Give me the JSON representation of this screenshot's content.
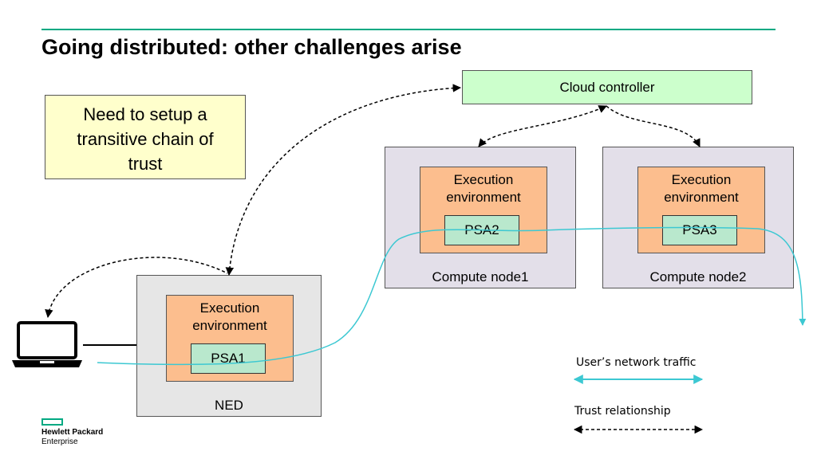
{
  "title": "Going distributed: other challenges arise",
  "note": {
    "line1": "Need to setup a",
    "line2": "transitive chain of",
    "line3": "trust"
  },
  "controller": {
    "label": "Cloud controller"
  },
  "nodes": [
    {
      "label": "Compute node1",
      "exec_line1": "Execution",
      "exec_line2": "environment",
      "psa": "PSA2"
    },
    {
      "label": "Compute node2",
      "exec_line1": "Execution",
      "exec_line2": "environment",
      "psa": "PSA3"
    }
  ],
  "ned": {
    "label": "NED",
    "exec_line1": "Execution",
    "exec_line2": "environment",
    "psa": "PSA1"
  },
  "legend": {
    "traffic": "User’s network traffic",
    "trust": "Trust relationship"
  },
  "colors": {
    "accent": "#01a982",
    "traffic": "#3cc8d2",
    "note_bg": "#ffffcc",
    "controller_bg": "#ccffcc",
    "exec_bg": "#fcbe8e",
    "psa_bg": "#b9e8cd"
  },
  "logo": {
    "line1": "Hewlett Packard",
    "line2": "Enterprise"
  }
}
